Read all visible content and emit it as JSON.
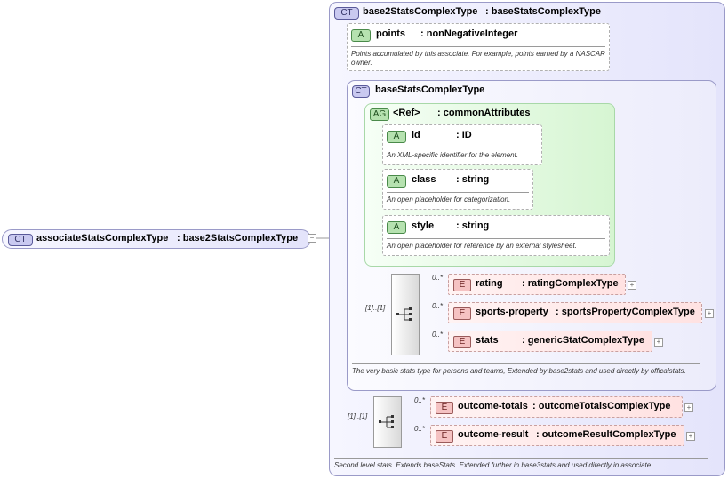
{
  "root": {
    "badge": "CT",
    "name": "associateStatsComplexType",
    "type": ": base2StatsComplexType",
    "toggle": "−"
  },
  "base2": {
    "badge": "CT",
    "name": "base2StatsComplexType",
    "type": ": baseStatsComplexType",
    "doc": "Second level stats. Extends baseStats. Extended further in base3stats and used directly in associate"
  },
  "points": {
    "badge": "A",
    "name": "points",
    "type": ": nonNegativeInteger",
    "doc": "Points accumulated by this associate. For example, points earned by a NASCAR owner."
  },
  "baseStats": {
    "badge": "CT",
    "name": "baseStatsComplexType",
    "doc": "The very basic stats type for persons and teams, Extended by base2stats and used directly by officalstats."
  },
  "commonAttrs": {
    "badge": "AG",
    "name": "<Ref>",
    "type": ": commonAttributes"
  },
  "attrs": [
    {
      "badge": "A",
      "name": "id",
      "type": ": ID",
      "doc": "An XML-specific identifier for the element."
    },
    {
      "badge": "A",
      "name": "class",
      "type": ": string",
      "doc": "An open placeholder for categorization."
    },
    {
      "badge": "A",
      "name": "style",
      "type": ": string",
      "doc": "An open placeholder for reference by an external stylesheet."
    }
  ],
  "seq1": {
    "card": "[1]..[1]"
  },
  "elements1": [
    {
      "badge": "E",
      "name": "rating",
      "type": ": ratingComplexType",
      "card": "0..*",
      "expand": "+"
    },
    {
      "badge": "E",
      "name": "sports-property",
      "type": ": sportsPropertyComplexType",
      "card": "0..*",
      "expand": "+"
    },
    {
      "badge": "E",
      "name": "stats",
      "type": ": genericStatComplexType",
      "card": "0..*",
      "expand": "+"
    }
  ],
  "seq2": {
    "card": "[1]..[1]"
  },
  "elements2": [
    {
      "badge": "E",
      "name": "outcome-totals",
      "type": ": outcomeTotalsComplexType",
      "card": "0..*",
      "expand": "+"
    },
    {
      "badge": "E",
      "name": "outcome-result",
      "type": ": outcomeResultComplexType",
      "card": "0..*",
      "expand": "+"
    }
  ],
  "colors": {
    "ct_fill": "#e4e4fb",
    "ag_fill": "#d6f5d2",
    "element_fill": "#ffe2e2",
    "connector": "#9a9a9a"
  }
}
